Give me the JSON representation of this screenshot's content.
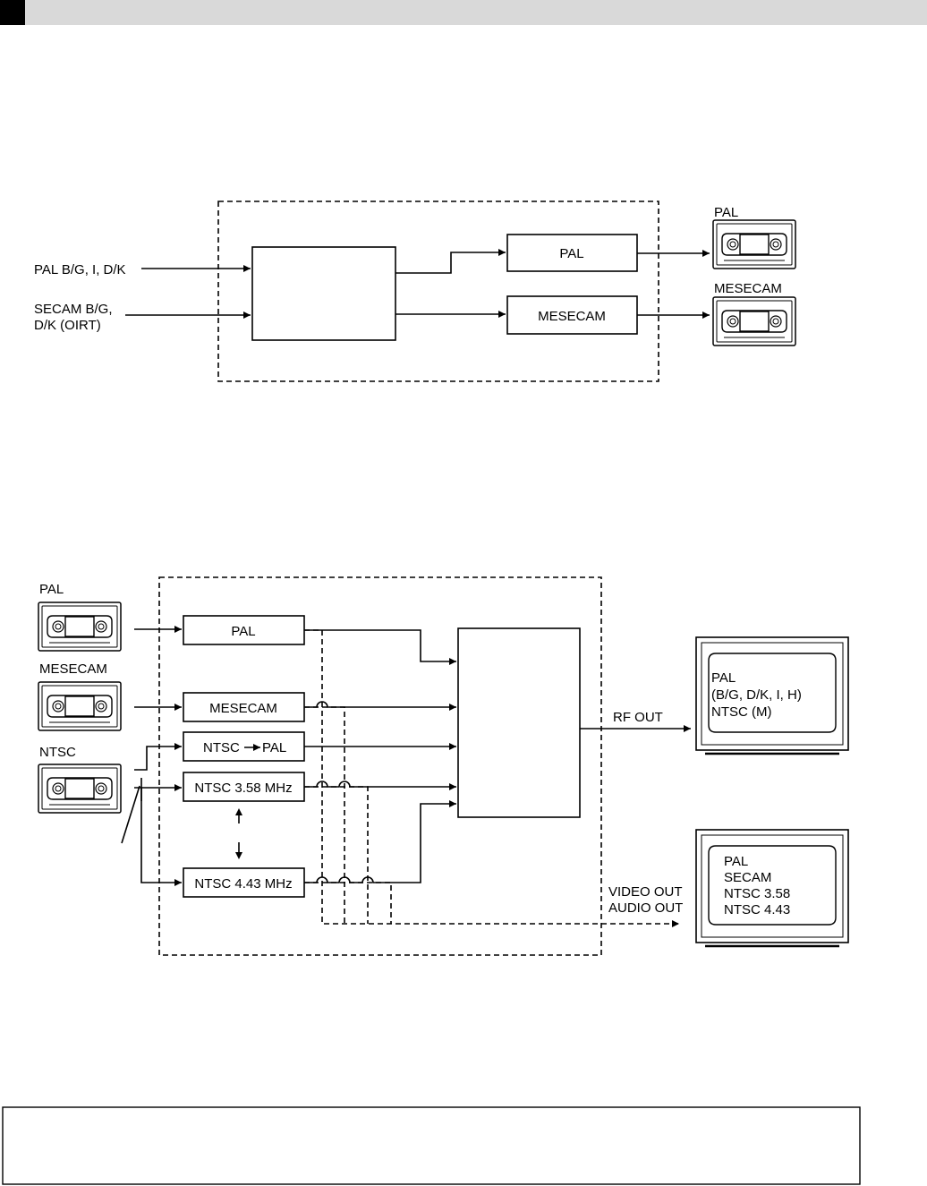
{
  "diagram1": {
    "inputs": [
      "PAL B/G, I, D/K",
      "SECAM B/G,",
      "D/K (OIRT)"
    ],
    "outputs": [
      "PAL",
      "MESECAM"
    ],
    "tape_labels": [
      "PAL",
      "MESECAM"
    ]
  },
  "diagram2": {
    "tape_labels": [
      "PAL",
      "MESECAM",
      "NTSC"
    ],
    "boxes": [
      "PAL",
      "MESECAM",
      "NTSC",
      "PAL",
      "NTSC 3.58 MHz",
      "NTSC 4.43 MHz"
    ],
    "rf_out": "RF OUT",
    "video_out": "VIDEO OUT",
    "audio_out": "AUDIO OUT",
    "tv1_lines": [
      "PAL",
      "(B/G, D/K, I, H)",
      "NTSC (M)"
    ],
    "tv2_lines": [
      "PAL",
      "SECAM",
      "NTSC 3.58",
      "NTSC 4.43"
    ]
  }
}
